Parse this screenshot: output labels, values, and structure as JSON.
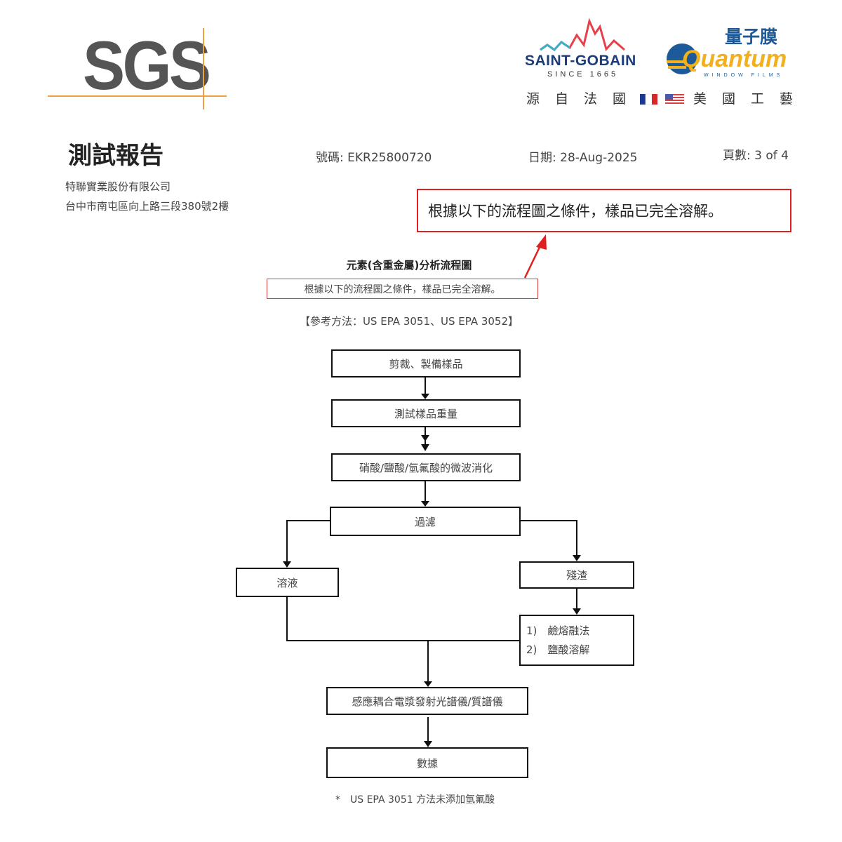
{
  "header": {
    "sgs_logo": "SGS",
    "saint_gobain": {
      "name": "SAINT-GOBAIN",
      "since": "SINCE 1665"
    },
    "quantum": {
      "cn": "量子膜",
      "name": "Quantum",
      "sub": "WINDOW FILMS"
    },
    "slogan_left": [
      "源",
      "自",
      "法",
      "國"
    ],
    "slogan_right": [
      "美",
      "國",
      "工",
      "藝"
    ],
    "flags": [
      "france-flag-icon",
      "usa-flag-icon"
    ]
  },
  "report": {
    "title": "測試報告",
    "number": "號碼: EKR25800720",
    "date": "日期: 28-Aug-2025",
    "page": "頁數: 3 of 4",
    "company": "特聯實業股份有限公司",
    "address": "台中市南屯區向上路三段380號2樓"
  },
  "callout": "根據以下的流程圖之條件，樣品已完全溶解。",
  "flowchart": {
    "title": "元素(含重金屬)分析流程圖",
    "note": "根據以下的流程圖之條件，樣品已完全溶解。",
    "reference": "【參考方法：US EPA 3051、US EPA 3052】",
    "steps": {
      "cut": "剪裁、製備樣品",
      "weigh": "測試樣品重量",
      "digest": "硝酸/鹽酸/氫氟酸的微波消化",
      "filter": "過濾",
      "solution": "溶液",
      "residue": "殘渣",
      "residue_methods": [
        "1)　鹼熔融法",
        "2)　鹽酸溶解"
      ],
      "icp": "感應耦合電漿發射光譜儀/質譜儀",
      "data": "數據"
    },
    "footnote": "*　US EPA 3051 方法未添加氫氟酸"
  }
}
